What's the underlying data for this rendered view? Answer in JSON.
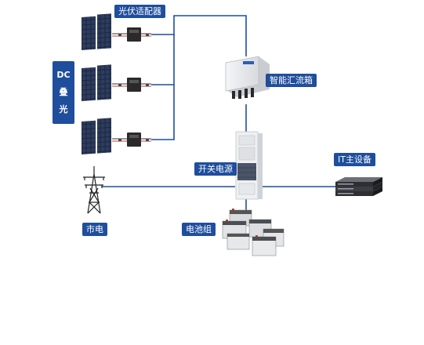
{
  "labels": {
    "micro_inverter": "光伏适配器",
    "combiner_box": "智能汇流箱",
    "switch_power": "开关电源",
    "it_equipment": "IT主设备",
    "grid": "市电",
    "battery": "电池组",
    "dc_stack": [
      "DC",
      "叠",
      "光"
    ]
  },
  "colors": {
    "line": "#1f4e9c",
    "tag_bg": "#1f4e9c",
    "tag_text": "#ffffff"
  },
  "icons": [
    "solar-panel-icon",
    "micro-inverter-icon",
    "combiner-box-icon",
    "power-cabinet-icon",
    "server-rack-icon",
    "power-tower-icon",
    "battery-icon"
  ]
}
